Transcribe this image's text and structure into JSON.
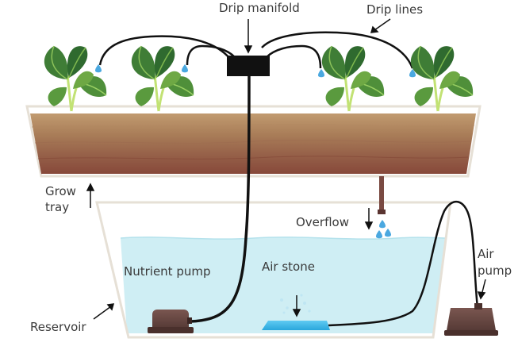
{
  "labels": {
    "drip_manifold": "Drip manifold",
    "drip_lines": "Drip lines",
    "grow_tray_1": "Grow",
    "grow_tray_2": "tray",
    "overflow": "Overflow",
    "nutrient_pump": "Nutrient pump",
    "air_stone": "Air stone",
    "air_pump_1": "Air",
    "air_pump_2": "pump",
    "reservoir": "Reservoir"
  },
  "colors": {
    "water": "#cfeef4",
    "water_edge": "#a9dbe6",
    "tray_outline": "#e6e0d6",
    "soil_top": "#b8946a",
    "soil_mid": "#9c6f50",
    "soil_bottom": "#8a4e3c",
    "manifold": "#111111",
    "pump": "#6a4a45",
    "air_stone": "#39b8e8",
    "leaf_dark": "#2f6a2f",
    "leaf_light": "#6ea844",
    "stem": "#b9dd6a",
    "droplet": "#4aa8e0",
    "overflow_pipe": "#7a4a42"
  },
  "icons": [
    "plant-icon",
    "droplet-icon",
    "pump-icon",
    "arrow-icon"
  ]
}
